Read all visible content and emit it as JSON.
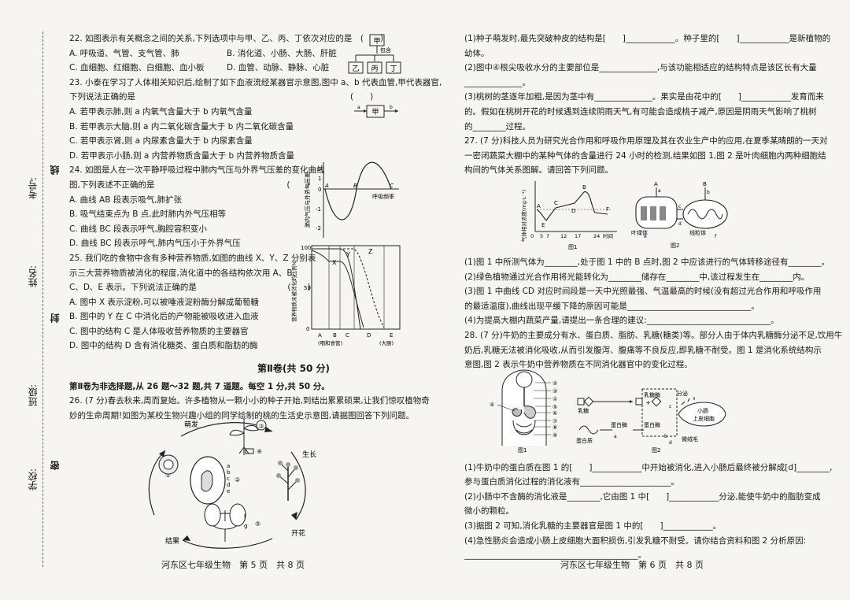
{
  "margin": {
    "school": "学校:",
    "class": "班级:",
    "name": "姓名:",
    "examno": "考号:",
    "seal1": "密",
    "seal2": "封",
    "seal3": "线"
  },
  "left": {
    "q22": "22. 如图表示有关概念之间的关系,下列选项中与甲、乙、丙、丁依次对应的是　(　　)",
    "q22_a": "A. 呼吸道、气管、支气管、肺",
    "q22_b": "B. 消化道、小肠、大肠、肝脏",
    "q22_c": "C. 血细胞、红细胞、白细胞、血小板",
    "q22_d": "D. 血管、动脉、静脉、心脏",
    "q22_fig": {
      "jia": "甲",
      "yi": "乙",
      "bing": "丙",
      "ding": "丁",
      "contain": "包含"
    },
    "q23_1": "23. 小泰在学习了人体相关知识后,绘制了如下血液流经某器官示意图,图中 a、b 代表血管,甲代表器官,",
    "q23_2": "下列说法正确的是　　　　　　　　　　　　　　　　　　　　　　　　　　(　　)",
    "q23_a": "A. 若甲表示肺,则 a 内氧气含量大于 b 内氧气含量",
    "q23_b": "B. 若甲表示大脑,则 a 内二氧化碳含量大于 b 内二氧化碳含量",
    "q23_c": "C. 若甲表示肾,则 a 内尿素含量大于 b 内尿素含量",
    "q23_d": "D. 若甲表示小肠,则 a 内营养物质含量大于 b 内营养物质含量",
    "q23_fig": {
      "a": "a",
      "b": "b",
      "jia": "甲"
    },
    "q24_1": "24. 如图是人在一次平静呼吸过程中肺内气压与外界气压差的变化曲线",
    "q24_2": "图,下列表述不正确的是　　　　　　　　　　　　　　　　(　　)",
    "q24_a": "A. 曲线 AB 段表示吸气,肺扩张",
    "q24_b": "B. 吸气结束点为 B 点,此时肺内外气压相等",
    "q24_c": "C. 曲线 BC 段表示呼气,胸腔容积变小",
    "q24_d": "D. 曲线 BC 段表示呼气,肺内气压小于外界气压",
    "q24_fig": {
      "ylabel": "肺内气压与外界气压差",
      "xlabel": "呼吸频率",
      "t2": "2",
      "t1": "1",
      "t0": "0",
      "tm1": "-1",
      "tm2": "-2",
      "A": "A",
      "B": "B",
      "C": "C"
    },
    "q25_1": "25. 我们吃的食物中含有多种营养物质,如图的曲线 X、Y、Z 分别表",
    "q25_2": "示三大营养物质被消化的程度,消化道中的各结构依次用 A、B、",
    "q25_3": "C、D、E 表示。下列说法正确的是　　　　　　　　　　　(　　)",
    "q25_a": "A. 图中 X 表示淀粉,可以被唾液淀粉酶分解成葡萄糖",
    "q25_b": "B. 图中的 Y 在 C 中消化后的产物能被吸收进入血液",
    "q25_c": "C. 图中的结构 C 是人体吸收营养物质的主要器官",
    "q25_d": "D. 图中的结构 D 含有消化糖类、蛋白质和脂肪的酶",
    "q25_fig": {
      "ylabel": "营养物质未被消化的比例%",
      "t100": "100",
      "t50": "50",
      "t0": "0",
      "X": "X",
      "Y": "Y",
      "Z": "Z",
      "A": "A",
      "B": "B",
      "C": "C",
      "D": "D",
      "E": "E",
      "mouth": "(咽和食管)",
      "colon": "(大肠)"
    },
    "part2": "第Ⅱ卷(共 50 分)",
    "part2_note": "第Ⅱ卷为非选择题,从 26 题～32 题,共 7 道题。每空 1 分,共 50 分。",
    "q26_1": "26. (7 分)春去秋来,周而复始。许多植物从一颗小小的种子开始,到结出累累硕果,让我们惊叹植物奇",
    "q26_2": "妙的生命周期!如图为某校生物兴趣小组的同学绘制的桃的生活史示意图,请据图回答下列问题。",
    "q26_fig": {
      "sprout": "萌发",
      "grow": "生长",
      "fruit": "结果",
      "bloom": "开花",
      "n1": "①",
      "n2": "②",
      "n3": "③",
      "n4": "④",
      "n5": "⑤",
      "a": "a",
      "b": "b",
      "c": "c",
      "d": "d",
      "e": "e",
      "f": "f",
      "g": "g"
    },
    "footer": "河东区七年级生物　第 5 页　共 8 页"
  },
  "right": {
    "q26_1": "(1)种子萌发时,最先突破种皮的结构是[　　]____________。种子里的[　　]____________是新植物的",
    "q26_1b": "幼体。",
    "q26_2": "(2)图中④根尖吸收水分的主要部位是______________,与该功能相适应的结构特点是该区长有大量",
    "q26_2b": "______________。",
    "q26_3": "(3)桃树的茎逐年加粗,是因为茎中有______________。果实是由花中的[　　]____________发育而来",
    "q26_3b": "的。假如在桃树开花的时候遇到连续阴雨天气,有可能会造成桃子减产,原因是阴雨天气影响了桃树",
    "q26_3c": "的________过程。",
    "q27_1": "27. (7 分)科技人员为研究光合作用和呼吸作用原理及其在农业生产中的应用,在夏季某晴朗的一天对",
    "q27_2": "一密闭蔬菜大棚中的某种气体的含量进行 24 小时的检测,结果如图 1,图 2 是叶肉细胞内两种细胞结",
    "q27_3": "构间的气体关系图解。请回答下列问题。",
    "q27_fig": {
      "ylabel": "气体相对浓度(mg·L⁻¹)",
      "x0": "0",
      "x5": "5",
      "x7": "7",
      "x12": "12",
      "x17": "17",
      "x24": "24",
      "xunit": "时间",
      "A": "A",
      "B": "B",
      "C": "C",
      "D": "D",
      "E": "E",
      "F": "F",
      "fig1": "图1",
      "fig2": "图2",
      "chloro": "叶绿体",
      "mito": "线粒体",
      "a": "a",
      "b": "b",
      "c": "c",
      "d": "d",
      "e": "e",
      "f": "f",
      "A2": "A",
      "B2": "B"
    },
    "q27_a": "(1)图 1 中所测气体为________,处于图 1 中的 B 点时,图 2 中应该进行的气体转移途径有________。",
    "q27_b": "(2)绿色植物通过光合作用将光能转化为________储存在________中,该过程发生在________内。",
    "q27_c": "(3)图 1 中曲线 CD 对应时间段是一天中光照最强、气温最高的时候(没有超过光合作用和呼吸作用",
    "q27_c2": "的最适温度),曲线出现平缓下降的原因可能是______________________________。",
    "q27_d": "(4)为提高大棚内蔬菜产量,请提出一条合理的建议:______________________________。",
    "q28_1": "28. (7 分)牛奶的主要成分有水、蛋白质、脂肪、乳糖(糖类)等。部分人由于体内乳糖酶分泌不足,饮用牛",
    "q28_2": "奶后,乳糖无法被消化吸收,从而引发腹泻、腹痛等不良反应,即乳糖不耐受。图 1 是消化系统结构示",
    "q28_3": "意图,图 2 表示牛奶中营养物质在不同消化器官中的变化过程。",
    "q28_fig": {
      "fig1": "图1",
      "fig2": "图2",
      "n1": "①",
      "n2": "②",
      "n3": "③",
      "n4": "④",
      "n5": "⑤",
      "n6": "⑥",
      "n7": "⑦",
      "n8": "⑧",
      "n9": "⑨",
      "lactose": "乳糖",
      "protein": "蛋白质",
      "lactase": "乳糖酶",
      "protease": "蛋白酶",
      "protease2": "蛋白酶",
      "secrete": "分泌",
      "cell1": "小肠",
      "cell2": "上皮细胞",
      "villi": "微绒毛",
      "a": "a",
      "b": "b",
      "c": "c",
      "d": "d"
    },
    "q28_a": "(1)牛奶中的蛋白质在图 1 的[　　]____________中开始被消化,进入小肠后最终被分解成[d]________,",
    "q28_a2": "参与蛋白质消化过程的消化液有______________________。",
    "q28_b": "(2)小肠中不含酶的消化液是________,它由图 1 中[　　]____________分泌,能使牛奶中的脂肪变成",
    "q28_b2": "微小的颗粒。",
    "q28_c": "(3)据图 2 可知,消化乳糖的主要器官是图 1 中的[　　]____________。",
    "q28_d": "(4)急性肠炎会造成小肠上皮细胞大面积损伤,引发乳糖不耐受。请你结合资料和图 2 分析原因:",
    "q28_d2": "__________________________________________。",
    "footer": "河东区七年级生物　第 6 页　共 8 页"
  }
}
